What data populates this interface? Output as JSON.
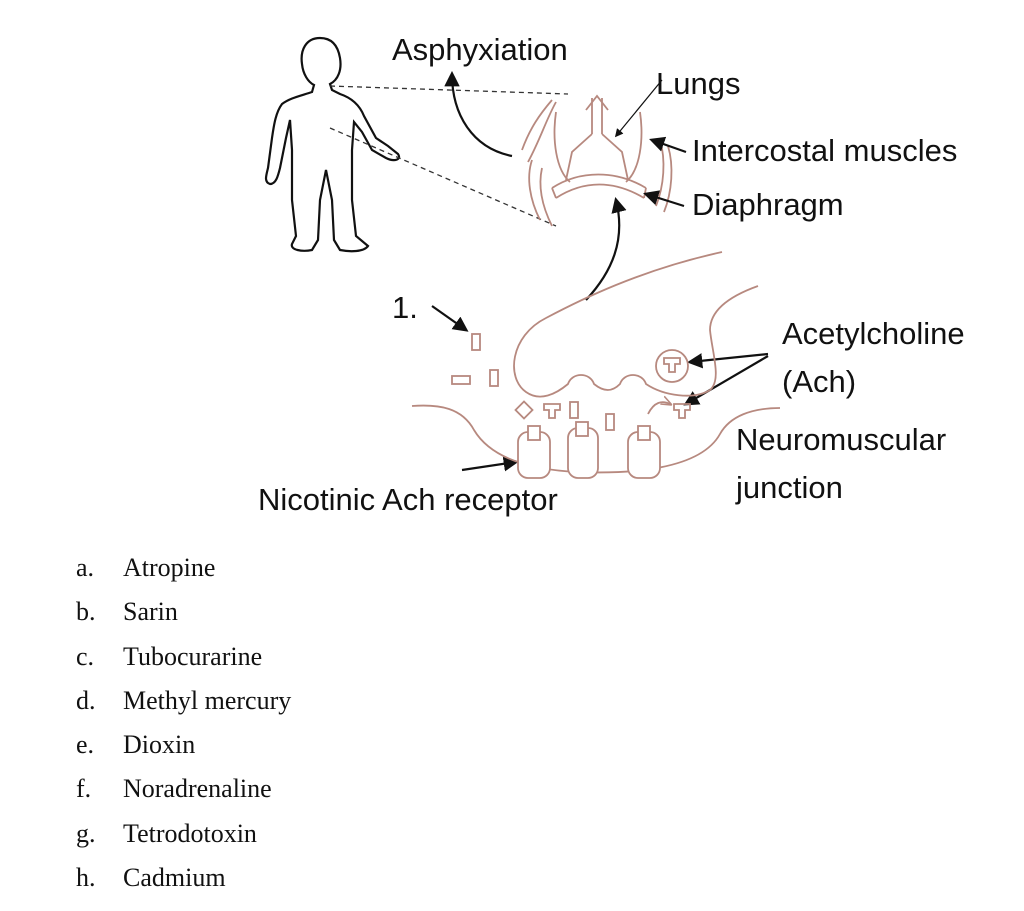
{
  "diagram": {
    "labels": {
      "asphyxiation": "Asphyxiation",
      "lungs": "Lungs",
      "intercostal": "Intercostal muscles",
      "diaphragm": "Diaphragm",
      "marker": "1.",
      "acetylcholine": "Acetylcholine",
      "ach": "(Ach)",
      "nmj_line1": "Neuromuscular",
      "nmj_line2": "junction",
      "receptor": "Nicotinic Ach receptor"
    }
  },
  "options": [
    {
      "letter": "a.",
      "text": "Atropine"
    },
    {
      "letter": "b.",
      "text": "Sarin"
    },
    {
      "letter": "c.",
      "text": "Tubocurarine"
    },
    {
      "letter": "d.",
      "text": "Methyl mercury"
    },
    {
      "letter": "e.",
      "text": "Dioxin"
    },
    {
      "letter": "f.",
      "text": "Noradrenaline"
    },
    {
      "letter": "g.",
      "text": "Tetrodotoxin"
    },
    {
      "letter": "h.",
      "text": "Cadmium"
    }
  ]
}
